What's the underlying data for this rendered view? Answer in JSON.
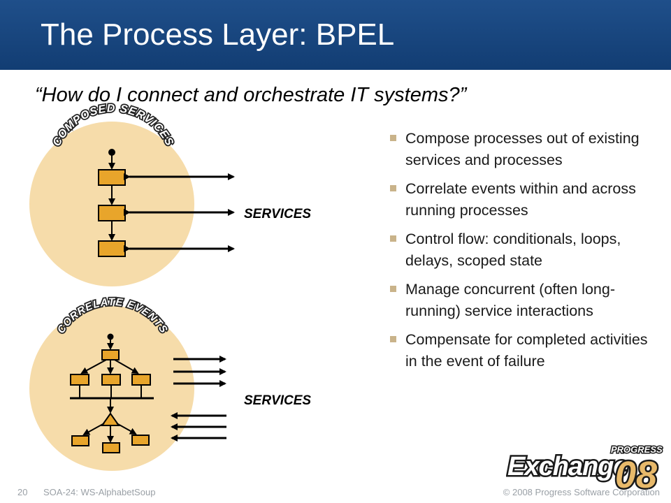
{
  "slide": {
    "title": "The Process Layer: BPEL",
    "subtitle": "“How do I connect and orchestrate IT systems?”"
  },
  "diagram": {
    "top": {
      "arc_label": "COMPOSED SERVICES",
      "services_label": "SERVICES"
    },
    "bottom": {
      "arc_label": "CORRELATE EVENTS",
      "services_label": "SERVICES"
    }
  },
  "bullets": [
    "Compose processes out of existing services and processes",
    "Correlate events within and across running processes",
    "Control flow: conditionals, loops, delays, scoped state",
    "Manage concurrent (often long-running) service interactions",
    "Compensate for completed activities in the event of failure"
  ],
  "footer": {
    "page_number": "20",
    "session": "SOA-24: WS-AlphabetSoup",
    "copyright": "© 2008 Progress Software Corporation"
  },
  "logo": {
    "brand": "PROGRESS",
    "name": "Exchange",
    "year": "08"
  },
  "colors": {
    "header": "#1a4a84",
    "circle_fill": "#f6dcaa",
    "box_fill": "#e8a52b",
    "bullet_marker": "#c9b38a"
  }
}
